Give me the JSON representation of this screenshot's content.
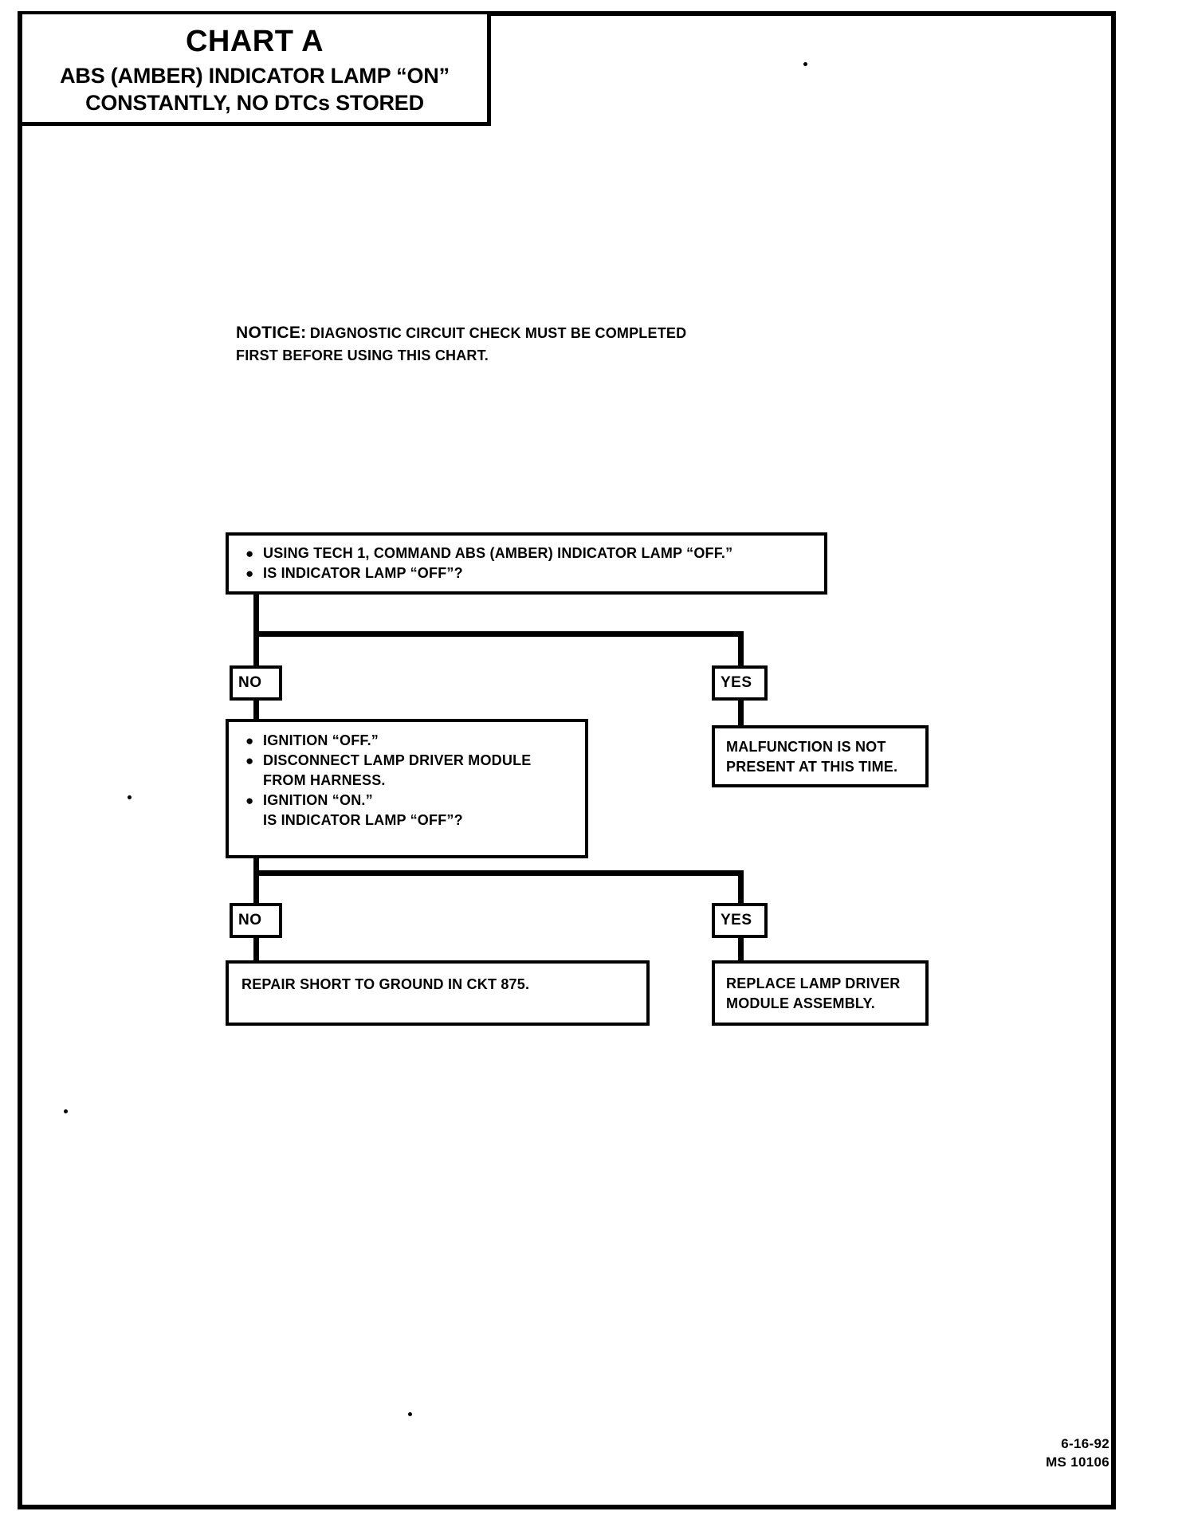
{
  "document": {
    "title_chart": "CHART A",
    "title_line1": "ABS (AMBER) INDICATOR LAMP “ON”",
    "title_line2": "CONSTANTLY, NO DTCs STORED"
  },
  "notice": {
    "label": "NOTICE:",
    "line1": "DIAGNOSTIC CIRCUIT CHECK MUST BE COMPLETED",
    "line2": "FIRST BEFORE USING THIS CHART."
  },
  "flow": {
    "step1": {
      "bullet1": "USING TECH 1, COMMAND ABS (AMBER) INDICATOR LAMP “OFF.”",
      "bullet2": "IS INDICATOR LAMP “OFF”?"
    },
    "step2": {
      "bullet1": "IGNITION “OFF.”",
      "bullet2_line1": "DISCONNECT LAMP DRIVER MODULE",
      "bullet2_line2": "FROM HARNESS.",
      "bullet3_line1": "IGNITION “ON.”",
      "bullet3_line2": "IS INDICATOR LAMP “OFF”?"
    },
    "malfunction": {
      "line1": "MALFUNCTION IS NOT",
      "line2": "PRESENT AT THIS TIME."
    },
    "repair": {
      "line1": "REPAIR SHORT TO GROUND IN CKT 875."
    },
    "replace": {
      "line1": "REPLACE LAMP DRIVER",
      "line2": "MODULE ASSEMBLY."
    },
    "branch_labels": {
      "no1": "NO",
      "yes1": "YES",
      "no2": "NO",
      "yes2": "YES"
    }
  },
  "footer": {
    "date": "6-16-92",
    "code": "MS 10106"
  },
  "bullet_glyph": "●",
  "colors": {
    "ink": "#000000",
    "paper": "#ffffff"
  }
}
